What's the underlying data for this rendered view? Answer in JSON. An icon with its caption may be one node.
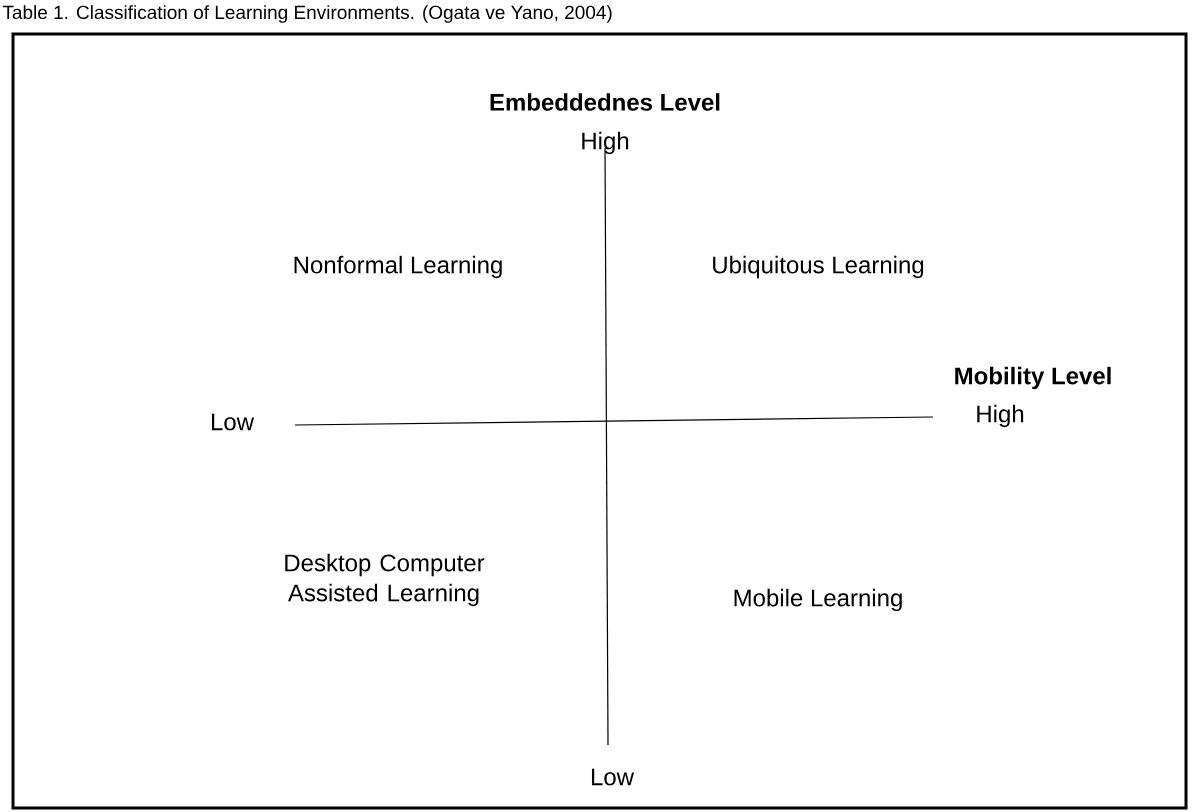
{
  "diagram": {
    "title": "Table 1. Classification of Learning Environments. (Ogata ve Yano, 2004)",
    "labels": [
      "Embeddednes Level",
      "High",
      "Nonformal Learning",
      "Ubiquitous Learning",
      "Mobility Level",
      "High",
      "Low",
      "Desktop Computer Assisted Learning",
      "Mobile Learning",
      "Low"
    ]
  }
}
